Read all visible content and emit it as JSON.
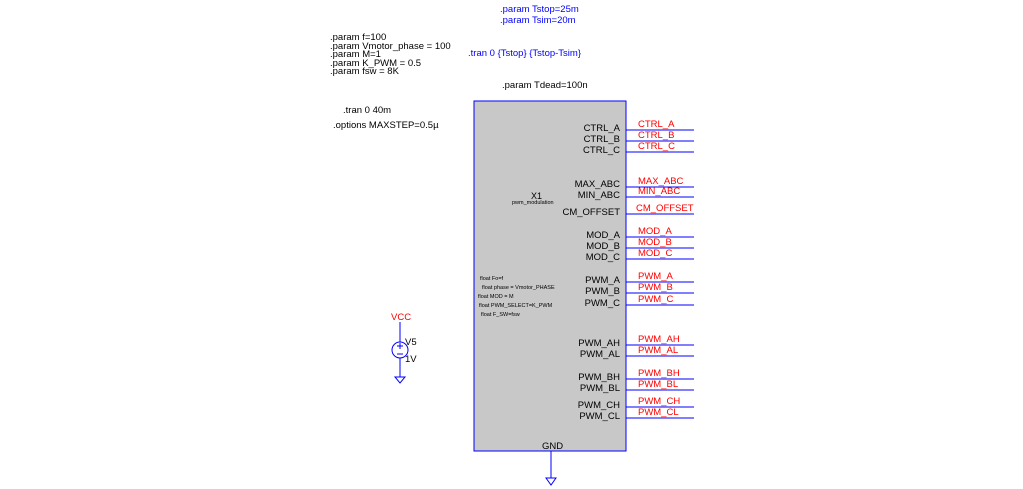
{
  "directives": {
    "tstop": ".param Tstop=25m",
    "tsim": ".param Tsim=20m",
    "tran_param": ".tran 0 {Tstop} {Tstop-Tsim}",
    "tdead": ".param Tdead=100n",
    "param_lines": [
      ".param f=100",
      ".param Vmotor_phase = 100",
      ".param M=1",
      ".param K_PWM = 0.5",
      ".param fsw = 8K"
    ],
    "tran_40m": ".tran 0 40m",
    "options": ".options MAXSTEP=0.5µ"
  },
  "subckt": {
    "instance": "X1",
    "model": "pwm_modulation",
    "gnd_pin": "GND",
    "params": [
      "float Fo=f",
      "float phase = Vmotor_PHASE",
      "float MOD = M",
      "float PWM_SELECT=K_PWM",
      "float F_SW=fsw"
    ],
    "pins": [
      "CTRL_A",
      "CTRL_B",
      "CTRL_C",
      "MAX_ABC",
      "MIN_ABC",
      "CM_OFFSET",
      "MOD_A",
      "MOD_B",
      "MOD_C",
      "PWM_A",
      "PWM_B",
      "PWM_C",
      "PWM_AH",
      "PWM_AL",
      "PWM_BH",
      "PWM_BL",
      "PWM_CH",
      "PWM_CL"
    ],
    "net_labels": [
      "CTRL_A",
      "CTRL_B",
      "CTRL_C",
      "MAX_ABC",
      "MIN_ABC",
      "CM_OFFSET",
      "MOD_A",
      "MOD_B",
      "MOD_C",
      "PWM_A",
      "PWM_B",
      "PWM_C",
      "PWM_AH",
      "PWM_AL",
      "PWM_BH",
      "PWM_BL",
      "PWM_CH",
      "PWM_CL"
    ]
  },
  "source": {
    "net": "VCC",
    "name": "V5",
    "value": "1V"
  },
  "colors": {
    "wire": "#0000ff",
    "net_label": "#ff0000",
    "block_fill": "#c8c8c8",
    "text": "#000000"
  }
}
